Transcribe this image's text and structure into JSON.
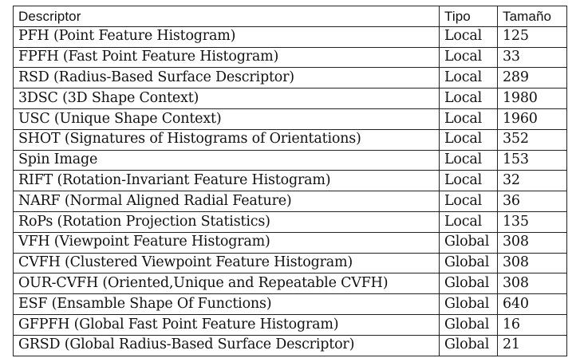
{
  "table": {
    "headers": [
      "Descriptor",
      "Tipo",
      "Tamaño"
    ],
    "rows": [
      [
        "PFH (Point Feature Histogram)",
        "Local",
        "125"
      ],
      [
        "FPFH (Fast Point Feature Histogram)",
        "Local",
        "33"
      ],
      [
        "RSD (Radius-Based Surface Descriptor)",
        "Local",
        "289"
      ],
      [
        "3DSC (3D Shape Context)",
        "Local",
        "1980"
      ],
      [
        "USC (Unique Shape Context)",
        "Local",
        "1960"
      ],
      [
        "SHOT (Signatures of Histograms of Orientations)",
        "Local",
        "352"
      ],
      [
        "Spin Image",
        "Local",
        "153"
      ],
      [
        "RIFT (Rotation-Invariant Feature Histogram)",
        "Local",
        "32"
      ],
      [
        "NARF (Normal Aligned Radial Feature)",
        "Local",
        "36"
      ],
      [
        "RoPs (Rotation Projection Statistics)",
        "Local",
        "135"
      ],
      [
        "VFH (Viewpoint Feature Histogram)",
        "Global",
        "308"
      ],
      [
        "CVFH (Clustered Viewpoint Feature Histogram)",
        "Global",
        "308"
      ],
      [
        "OUR-CVFH (Oriented,Unique and Repeatable CVFH)",
        "Global",
        "308"
      ],
      [
        "ESF (Ensamble Shape Of Functions)",
        "Global",
        "640"
      ],
      [
        "GFPFH (Global Fast Point Feature Histogram)",
        "Global",
        "16"
      ],
      [
        "GRSD (Global Radius-Based Surface Descriptor)",
        "Global",
        "21"
      ]
    ]
  }
}
